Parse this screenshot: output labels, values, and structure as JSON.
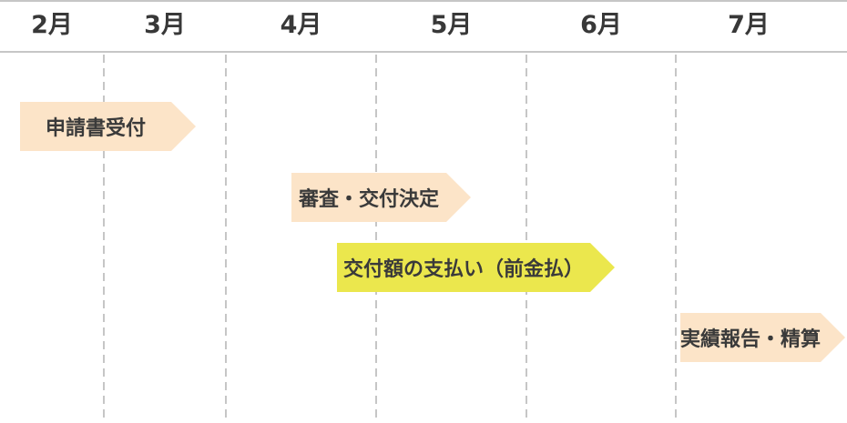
{
  "months": [
    {
      "label": "2月"
    },
    {
      "label": "3月"
    },
    {
      "label": "4月"
    },
    {
      "label": "5月"
    },
    {
      "label": "6月"
    },
    {
      "label": "7月"
    }
  ],
  "tasks": [
    {
      "label": "申請書受付"
    },
    {
      "label": "審査・交付決定"
    },
    {
      "label": "交付額の支払い（前金払）"
    },
    {
      "label": "実績報告・精算"
    }
  ],
  "colors": {
    "background": "#ffffff",
    "grid_line": "#c6c6c6",
    "month_text": "#383838",
    "task_text": "#3a3a3a",
    "task_fill_peach": "#fce4c8",
    "task_fill_yellow": "#ebe74d"
  },
  "chart_data": {
    "type": "bar",
    "variant": "gantt-timeline-arrow-bars",
    "title": "",
    "xlabel": "",
    "ylabel": "",
    "x_axis": {
      "unit": "month",
      "tick_labels": [
        "2月",
        "3月",
        "4月",
        "5月",
        "6月",
        "7月"
      ],
      "range": [
        2,
        8
      ],
      "gridlines": "dashed vertical at each month boundary"
    },
    "legend": "none",
    "series": [
      {
        "name": "申請書受付",
        "start_month": 2.2,
        "end_month": 3.8,
        "color": "#fce4c8"
      },
      {
        "name": "審査・交付決定",
        "start_month": 4.4,
        "end_month": 5.6,
        "color": "#fce4c8"
      },
      {
        "name": "交付額の支払い（前金払）",
        "start_month": 4.7,
        "end_month": 6.6,
        "color": "#ebe74d"
      },
      {
        "name": "実績報告・精算",
        "start_month": 7.0,
        "end_month": 8.0,
        "color": "#fce4c8"
      }
    ]
  }
}
